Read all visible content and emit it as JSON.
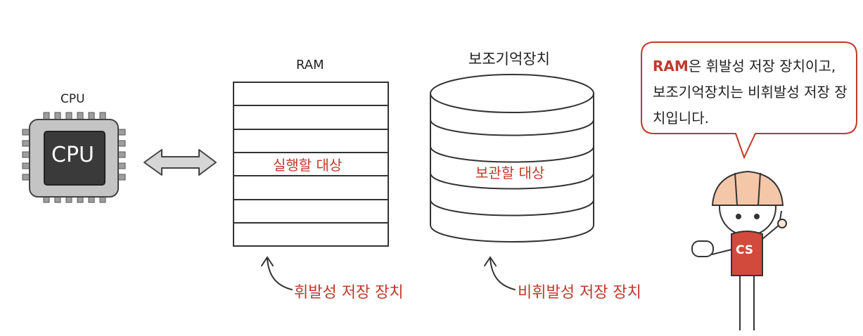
{
  "cpu": {
    "title": "CPU",
    "chip_label": "CPU"
  },
  "ram": {
    "title": "RAM",
    "content_label": "실행할 대상",
    "note": "휘발성 저장 장치"
  },
  "storage": {
    "title": "보조기억장치",
    "content_label": "보관할 대상",
    "note": "비휘발성 저장 장치"
  },
  "speech": {
    "highlight": "RAM",
    "text": "은 휘발성 저장 장치이고, 보조기억장치는 비휘발성 저장 장치입니다."
  },
  "character": {
    "badge": "CS"
  },
  "colors": {
    "accent": "#c0392b",
    "chip": "#3a3a3a",
    "chip_frame": "#bdbdbd",
    "arrow": "#d6d6d6"
  }
}
